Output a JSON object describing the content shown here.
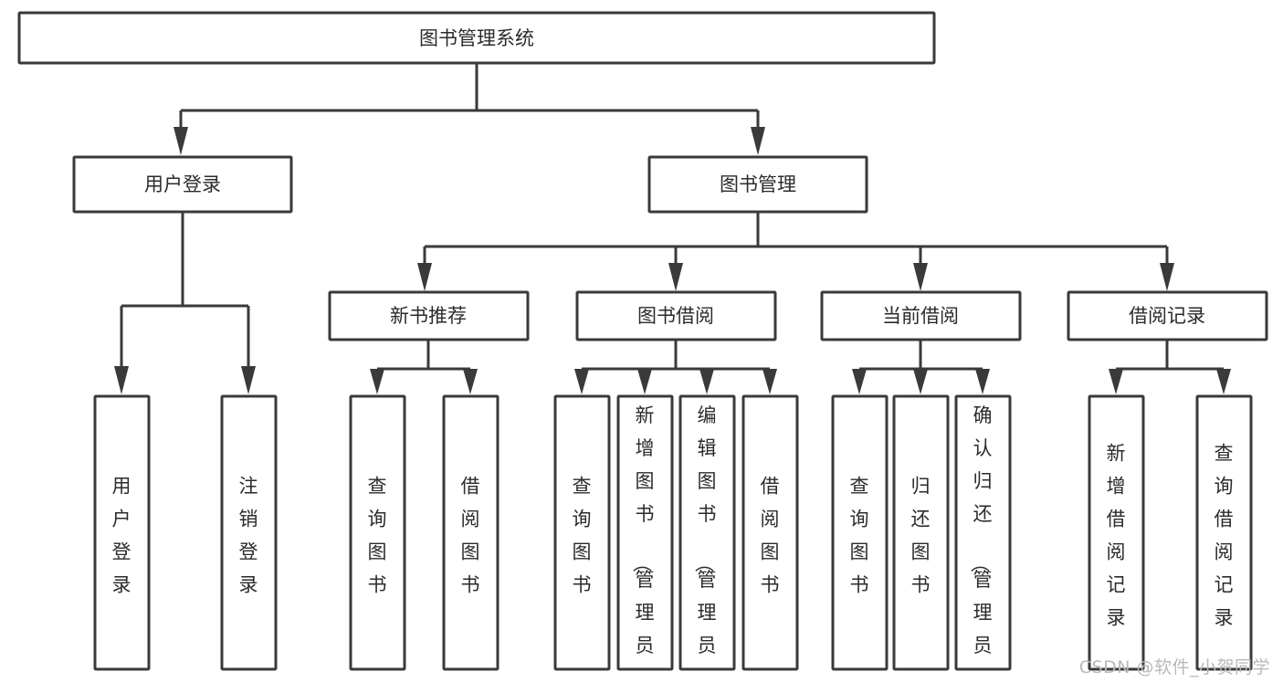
{
  "diagram": {
    "title": "图书管理系统",
    "type": "tree-hierarchy-diagram",
    "watermark": "CSDN @软件_小贺同学",
    "colors": {
      "stroke": "#3a3a3a",
      "background": "#ffffff",
      "text": "#2b2b2b",
      "watermark": "#b9b9b9"
    },
    "levels": {
      "root": {
        "label": "图书管理系统"
      },
      "level2": [
        {
          "id": "user-login",
          "label": "用户登录"
        },
        {
          "id": "book-manage",
          "label": "图书管理"
        }
      ],
      "level3": [
        {
          "id": "new-book-recommend",
          "label": "新书推荐",
          "parent": "book-manage"
        },
        {
          "id": "book-borrow",
          "label": "图书借阅",
          "parent": "book-manage"
        },
        {
          "id": "current-borrow",
          "label": "当前借阅",
          "parent": "book-manage"
        },
        {
          "id": "borrow-record",
          "label": "借阅记录",
          "parent": "book-manage"
        }
      ],
      "leaves": {
        "user-login": [
          {
            "id": "leaf-user-login",
            "label": "用户登录"
          },
          {
            "id": "leaf-user-logout",
            "label": "注销登录"
          }
        ],
        "new-book-recommend": [
          {
            "id": "leaf-query-book-1",
            "label": "查询图书"
          },
          {
            "id": "leaf-borrow-book-1",
            "label": "借阅图书"
          }
        ],
        "book-borrow": [
          {
            "id": "leaf-query-book-2",
            "label": "查询图书"
          },
          {
            "id": "leaf-add-book",
            "label": "新增图书（管理员）"
          },
          {
            "id": "leaf-edit-book",
            "label": "编辑图书（管理员）"
          },
          {
            "id": "leaf-borrow-book-2",
            "label": "借阅图书"
          }
        ],
        "current-borrow": [
          {
            "id": "leaf-query-book-3",
            "label": "查询图书"
          },
          {
            "id": "leaf-return-book",
            "label": "归还图书"
          },
          {
            "id": "leaf-confirm-return",
            "label": "确认归还（管理员）"
          }
        ],
        "borrow-record": [
          {
            "id": "leaf-add-record",
            "label": "新增借阅记录"
          },
          {
            "id": "leaf-query-record",
            "label": "查询借阅记录"
          }
        ]
      }
    }
  }
}
